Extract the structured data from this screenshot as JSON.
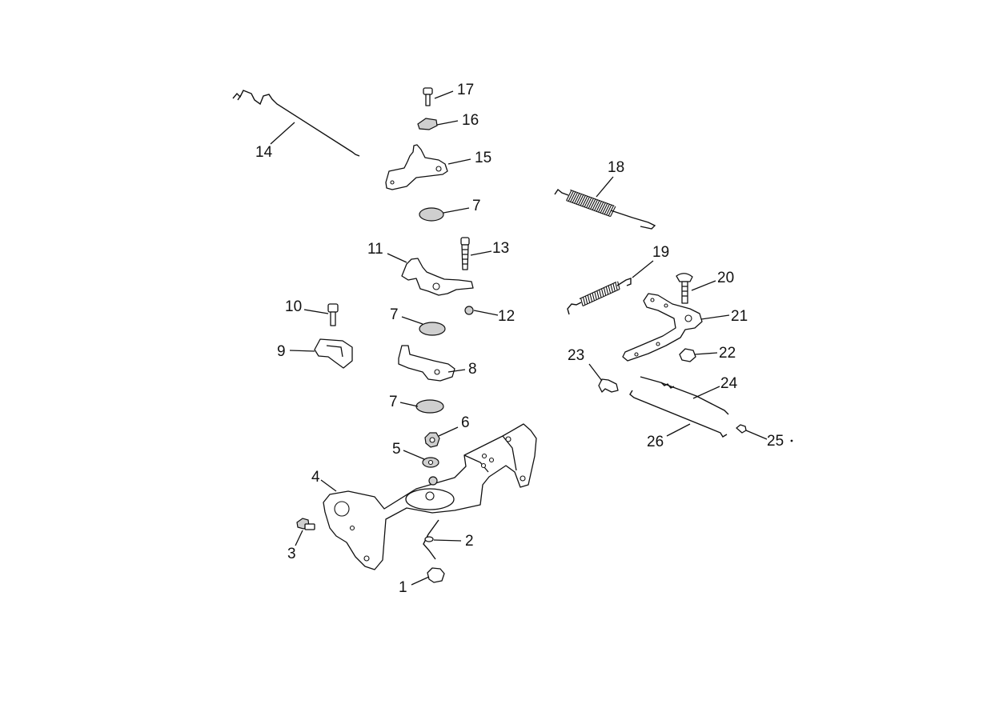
{
  "callouts": {
    "c1": "1",
    "c2": "2",
    "c3": "3",
    "c4": "4",
    "c5": "5",
    "c6": "6",
    "c7a": "7",
    "c7b": "7",
    "c7c": "7",
    "c8": "8",
    "c9": "9",
    "c10": "10",
    "c11": "11",
    "c12": "12",
    "c13": "13",
    "c14": "14",
    "c15": "15",
    "c16": "16",
    "c17": "17",
    "c18": "18",
    "c19": "19",
    "c20": "20",
    "c21": "21",
    "c22": "22",
    "c23": "23",
    "c24": "24",
    "c25": "25",
    "c26": "26"
  }
}
